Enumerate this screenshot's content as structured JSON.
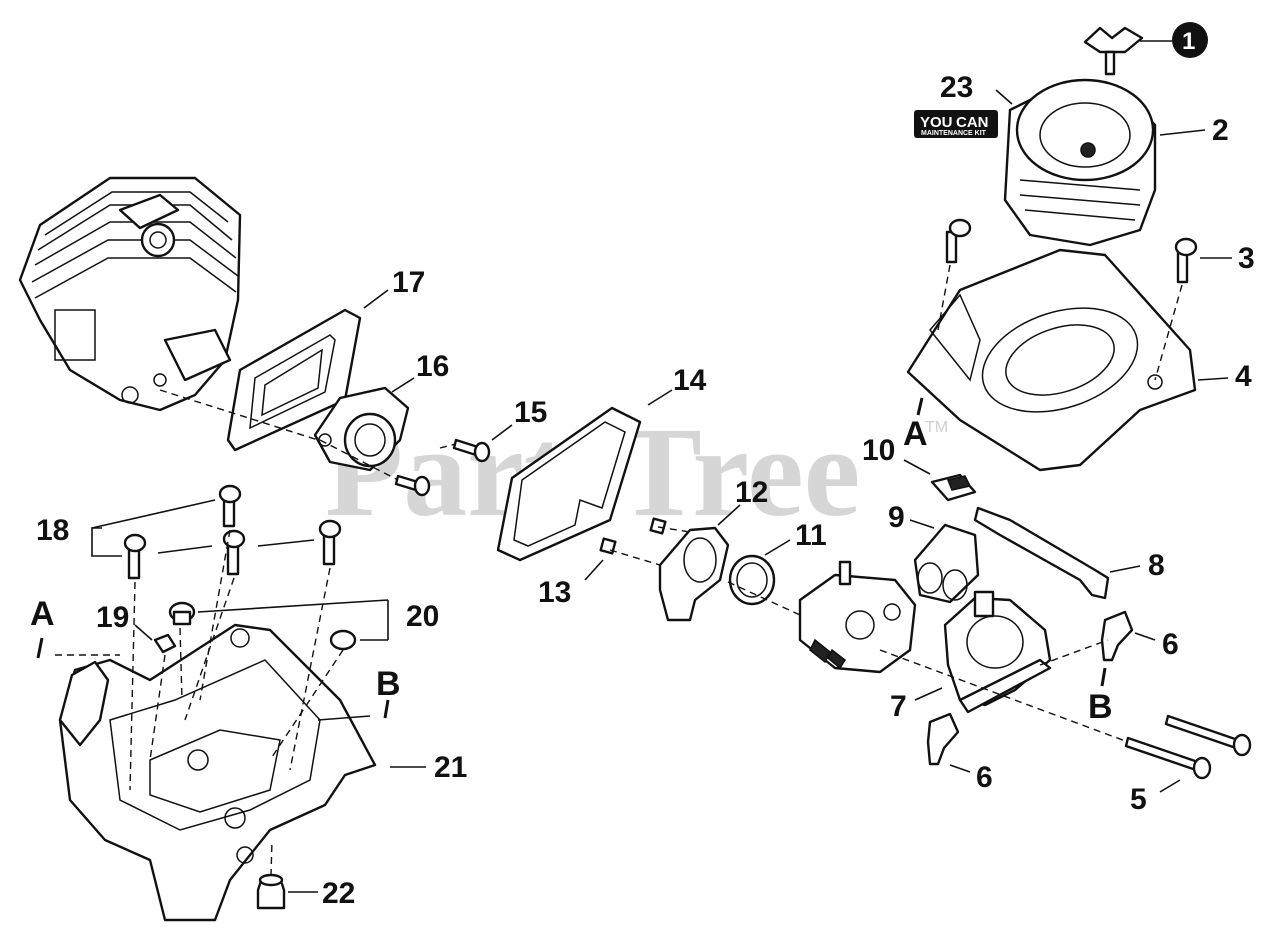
{
  "watermark": {
    "text": "PartsTree",
    "trademark": "TM"
  },
  "kit_badge": {
    "line1": "YOU",
    "line2": "CAN",
    "line3": "MAINTENANCE KIT"
  },
  "callouts": {
    "c1": "1",
    "c2": "2",
    "c3": "3",
    "c4": "4",
    "c5": "5",
    "c6a": "6",
    "c6b": "6",
    "c7": "7",
    "c8": "8",
    "c9": "9",
    "c10": "10",
    "c11": "11",
    "c12": "12",
    "c13": "13",
    "c14": "14",
    "c15": "15",
    "c16": "16",
    "c17": "17",
    "c18": "18",
    "c19": "19",
    "c20": "20",
    "c21": "21",
    "c22": "22",
    "c23": "23"
  },
  "letters": {
    "a_left": "A",
    "a_right": "A",
    "b_left": "B",
    "b_right": "B"
  },
  "colors": {
    "ink": "#111111",
    "watermark": "#cfcfcf",
    "background": "#ffffff"
  }
}
